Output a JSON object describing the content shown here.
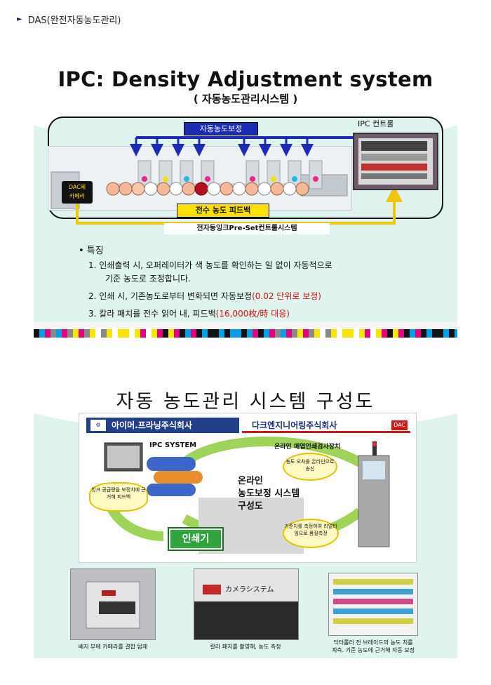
{
  "header": {
    "title": "DAS(완전자동농도관리)"
  },
  "slide1": {
    "title": "IPC: Density Adjustment system",
    "subtitle": "( 자동농도관리시스템 )",
    "label_density_correction": "자동농도보정",
    "label_ipc_control": "IPC 컨트롤",
    "label_dac_camera_line1": "DAC제",
    "label_dac_camera_line2": "카메라",
    "label_feedback": "전수 농도 피드백",
    "label_preset": "전자동잉크Pre-Set컨트롤시스템",
    "features_heading": "• 특징",
    "feature1_line1": "1.  인쇄출력 시, 오퍼레이터가 색 농도를 확인하는 일 없이 자동적으로",
    "feature1_line2": "기준 농도로 조정합니다.",
    "feature2_text": "2. 인쇄 시, 기존농도로부터 변화되면 자동보정",
    "feature2_red": "(0.02 단위로 보정)",
    "feature3_text": "3. 칼라 패치를 전수 읽어 내, 피드백",
    "feature3_red": "(16,000枚/時 대응)"
  },
  "slide2": {
    "title": "자동 농도관리 시스템 구성도",
    "company_left": "아이머.프라닝주식회사",
    "company_right": "다크엔지니어링주식회사",
    "dac_logo": "DAC",
    "ipc_system": "IPC SYSTEM",
    "online_inspection": "온라인 매엽인쇄검사장치",
    "bubble_top": "농도 오차를 온라인으로 송신",
    "bubble_left": "잉크 공급량을 보정치에 근거해 피드백",
    "bubble_right": "기준치를 측정하여 리얼타임으로 품질측정",
    "center_line1": "온라인",
    "center_line2": "농도보정 시스템",
    "center_line3": "구성도",
    "printer_button": "인쇄기",
    "photo2_label": "カメラシステム",
    "caption1": "배지 부에 카메라를 결합 탑재",
    "caption2": "칼라 패치를 촬영해, 농도 측정",
    "caption3_line1": "닥터롤러 전 브레이드의 농도 치를",
    "caption3_line2": "계측. 기준 농도에 근거해 자동 보정"
  },
  "colors": {
    "dark_blue": "#1b2bb5",
    "yellow": "#ffe000",
    "red_text": "#d01010",
    "slide_bg": "#dff3ef",
    "green_button": "#2fa63c"
  }
}
